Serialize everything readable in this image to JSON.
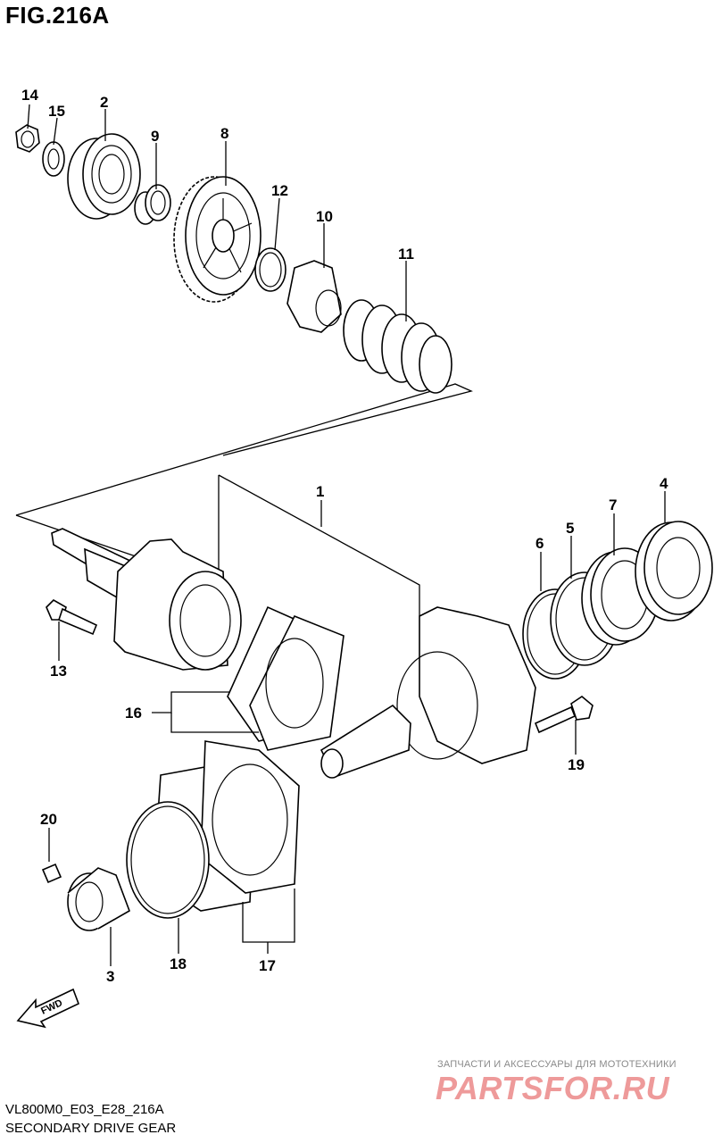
{
  "figure_title": "FIG.216A",
  "drawing_code": "VL800M0_E03_E28_216A",
  "drawing_name": "SECONDARY DRIVE GEAR",
  "fwd_label": "FWD",
  "watermark": {
    "caption": "ЗАПЧАСТИ И АКСЕССУАРЫ ДЛЯ МОТОТЕХНИКИ",
    "brand": "PARTSFOR.RU"
  },
  "callouts": {
    "n1": "1",
    "n2": "2",
    "n3": "3",
    "n4": "4",
    "n5": "5",
    "n6": "6",
    "n7": "7",
    "n8": "8",
    "n9": "9",
    "n10": "10",
    "n11": "11",
    "n12": "12",
    "n13": "13",
    "n14": "14",
    "n15": "15",
    "n16": "16",
    "n17": "17",
    "n18": "18",
    "n19": "19",
    "n20": "20"
  }
}
